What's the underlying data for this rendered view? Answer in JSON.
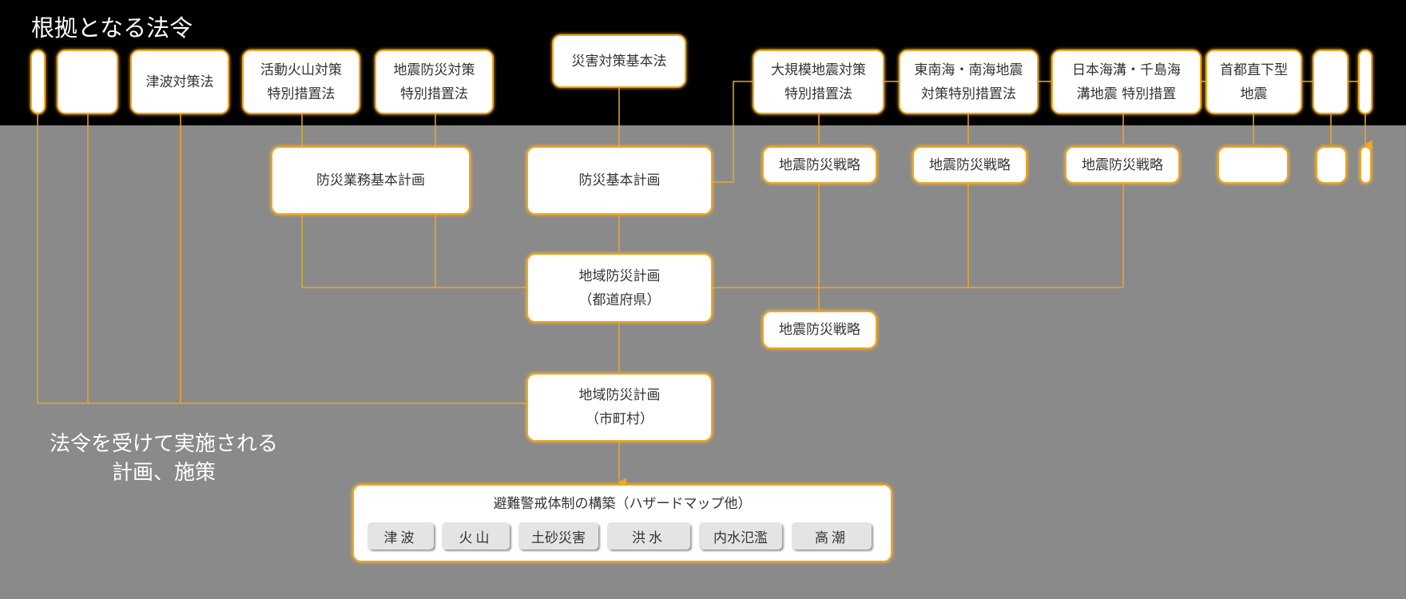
{
  "title": "根拠となる法令",
  "laws": {
    "tsunami": "津波対策法",
    "volcano": [
      "活動火山対策",
      "特別措置法"
    ],
    "quake": [
      "地震防災対策",
      "特別措置法"
    ],
    "basic": "災害対策基本法",
    "large": [
      "大規模地震対策",
      "特別措置法"
    ],
    "tonankai": [
      "東南海・南海地震",
      "対策特別措置法"
    ],
    "japan_trench": [
      "日本海溝・千島海",
      "溝地震 特別措置"
    ],
    "capital": [
      "首都直下型",
      "地震"
    ]
  },
  "plans": {
    "duty": "防災業務基本計画",
    "basic": "防災基本計画",
    "pref": [
      "地域防災計画",
      "（都道府県）"
    ],
    "muni": [
      "地域防災計画",
      "（市町村）"
    ],
    "strategy": "地震防災戦略"
  },
  "bottom": {
    "heading": "避難警戒体制の構築（ハザードマップ他）",
    "chips": [
      "津波",
      "火山",
      "土砂災害",
      "洪水",
      "内水氾濫",
      "高潮"
    ]
  },
  "note": [
    "法令を受けて実施される",
    "計画、施策"
  ],
  "colors": {
    "accent": "#f2a51c",
    "band": "#000000",
    "bg": "#8a8a8a"
  }
}
